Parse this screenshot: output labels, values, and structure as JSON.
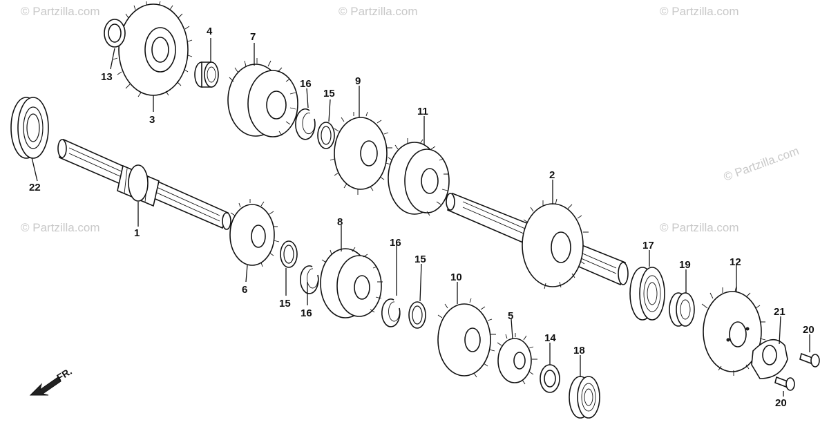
{
  "watermark": "© Partzilla.com",
  "front_label": "FR.",
  "colors": {
    "line": "#111111",
    "watermark": "#c8c8c8",
    "background": "#ffffff"
  },
  "callouts": [
    "1",
    "2",
    "3",
    "4",
    "5",
    "6",
    "7",
    "8",
    "9",
    "10",
    "11",
    "12",
    "13",
    "14",
    "15",
    "16",
    "17",
    "18",
    "19",
    "20",
    "21",
    "22"
  ]
}
